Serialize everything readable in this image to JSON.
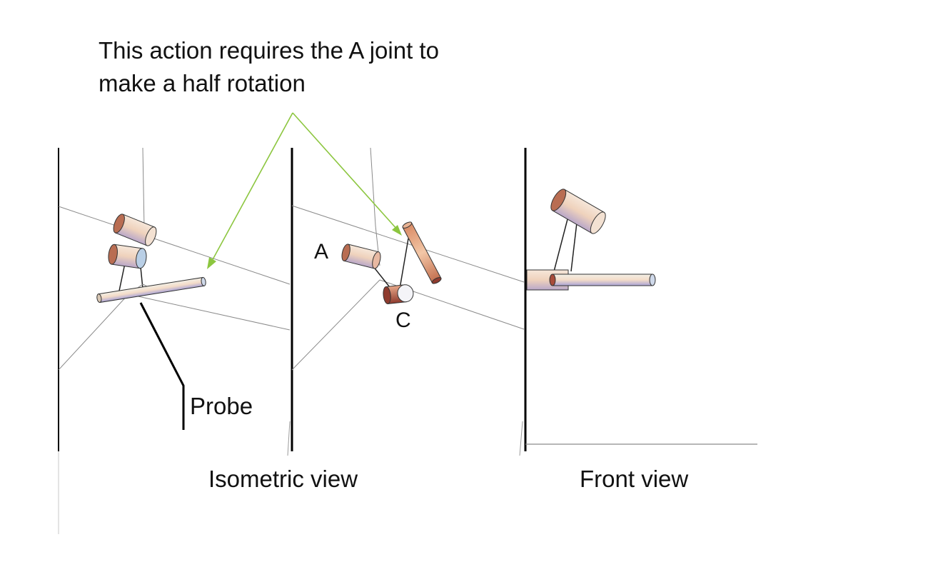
{
  "annotation": {
    "line1": "This action requires the A joint to",
    "line2": "make a half rotation"
  },
  "labels": {
    "joint_a": "A",
    "joint_c": "C",
    "probe": "Probe",
    "isometric_view": "Isometric view",
    "front_view": "Front view"
  },
  "colors": {
    "arrow": "#8cc63f",
    "frame_line": "#000000",
    "guide_line": "#8a8a8a",
    "cylinder_light": "#f3dcc8",
    "cylinder_dark": "#b96d52",
    "cylinder_end_blue": "#b9cfe6",
    "cylinder_end_red": "#a84c3a"
  }
}
